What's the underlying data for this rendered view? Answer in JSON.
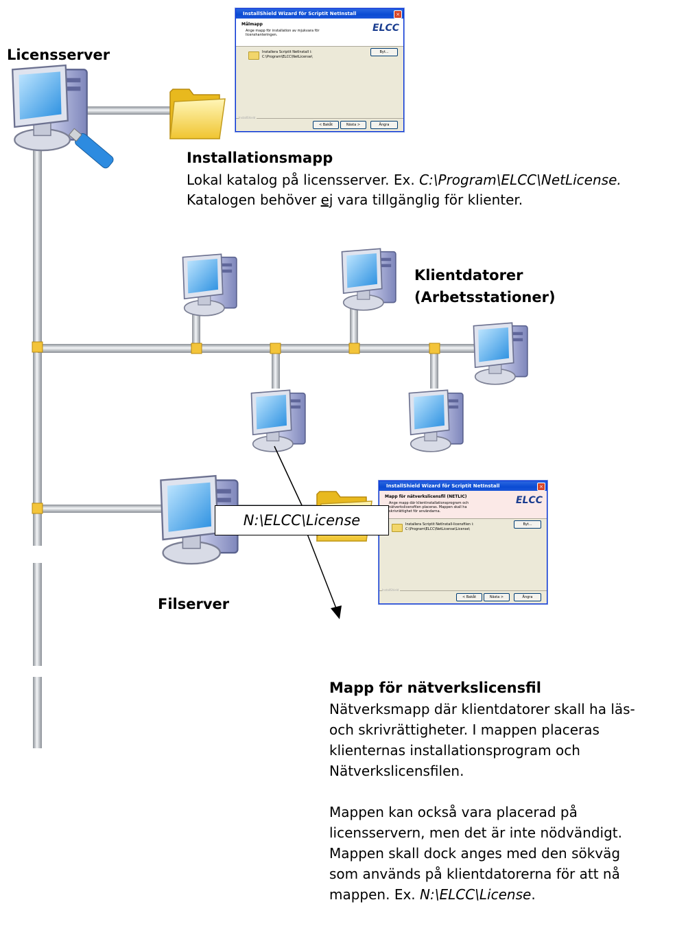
{
  "licensserver": {
    "label": "Licensserver"
  },
  "installation": {
    "title": "Installationsmapp",
    "line1_prefix": "Lokal katalog på licensserver. Ex. ",
    "line1_path": "C:\\Program\\ELCC\\NetLicense.",
    "line2_a": "Katalogen behöver ",
    "line2_u": "ej",
    "line2_b": " vara tillgänglig för klienter."
  },
  "klient": {
    "line1": "Klientdatorer",
    "line2": "(Arbetsstationer)"
  },
  "path_label": "N:\\ELCC\\License",
  "filserver": {
    "label": "Filserver"
  },
  "mapp": {
    "title": "Mapp för nätverkslicensfil",
    "p1_l1": "Nätverksmapp där klientdatorer skall ha läs-",
    "p1_l2": "och skrivrättigheter. I mappen placeras",
    "p1_l3": "klienternas installationsprogram och",
    "p1_l4": "Nätverkslicensfilen.",
    "p2_l1": "Mappen kan också vara placerad på",
    "p2_l2": "licensservern, men det är inte nödvändigt.",
    "p2_l3": "Mappen skall dock anges med den sökväg",
    "p2_l4": "som används på klientdatorerna för att nå",
    "p2_l5_prefix": "mappen. Ex. ",
    "p2_l5_path": "N:\\ELCC\\License",
    "p2_l5_suffix": "."
  },
  "dialog1": {
    "title": "InstallShield Wizard för Scriptit NetInstall",
    "header": "Målmapp",
    "subheader": "Ange mapp för installation av mjukvara för licenshanteringen.",
    "install_line1": "Installera Scriptit NetInstall i:",
    "install_line2": "C:\\Program\\ELCC\\NetLicense\\",
    "change_button": "Byt...",
    "footer_label": "InstallShield",
    "back_button": "< Bakåt",
    "next_button": "Nästa >",
    "cancel_button": "Ångra",
    "logo": "ELCC"
  },
  "dialog2": {
    "title": "InstallShield Wizard för Scriptit NetInstall",
    "header": "Mapp för nätverkslicensfil (NETLIC)",
    "subheader": "Ange mapp där klientinstallationsprogram och nätverkslicensfilen placeras. Mappen skall ha skrivrättighet för användarna.",
    "install_line1": "Installera Scriptit NetInstall-licensfilen i:",
    "install_line2": "C:\\Program\\ELCC\\NetLicense\\License\\",
    "change_button": "Byt...",
    "footer_label": "InstallShield",
    "back_button": "< Bakåt",
    "next_button": "Nästa >",
    "cancel_button": "Ångra",
    "logo": "ELCC"
  }
}
